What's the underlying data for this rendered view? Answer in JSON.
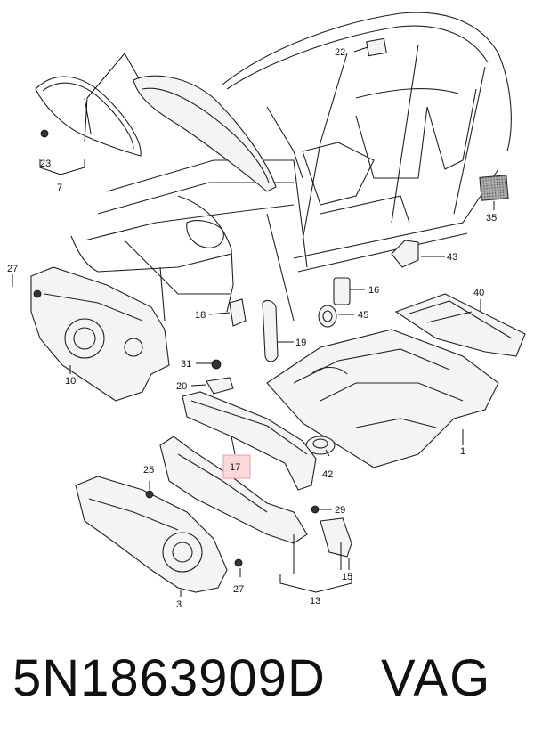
{
  "diagram": {
    "callouts": [
      {
        "id": "c22",
        "text": "22"
      },
      {
        "id": "c23",
        "text": "23"
      },
      {
        "id": "c7",
        "text": "7"
      },
      {
        "id": "c35",
        "text": "35"
      },
      {
        "id": "c27a",
        "text": "27"
      },
      {
        "id": "c43",
        "text": "43"
      },
      {
        "id": "c40",
        "text": "40"
      },
      {
        "id": "c16",
        "text": "16"
      },
      {
        "id": "c18",
        "text": "18"
      },
      {
        "id": "c45",
        "text": "45"
      },
      {
        "id": "c19",
        "text": "19"
      },
      {
        "id": "c10",
        "text": "10"
      },
      {
        "id": "c31",
        "text": "31"
      },
      {
        "id": "c20",
        "text": "20"
      },
      {
        "id": "c1",
        "text": "1"
      },
      {
        "id": "c17",
        "text": "17"
      },
      {
        "id": "c42",
        "text": "42"
      },
      {
        "id": "c25",
        "text": "25"
      },
      {
        "id": "c29",
        "text": "29"
      },
      {
        "id": "c15",
        "text": "15"
      },
      {
        "id": "c27b",
        "text": "27"
      },
      {
        "id": "c3",
        "text": "3"
      },
      {
        "id": "c13",
        "text": "13"
      }
    ],
    "highlight_color": "#fbd8da"
  },
  "caption": {
    "part_number": "5N1863909D",
    "brand": "VAG"
  }
}
